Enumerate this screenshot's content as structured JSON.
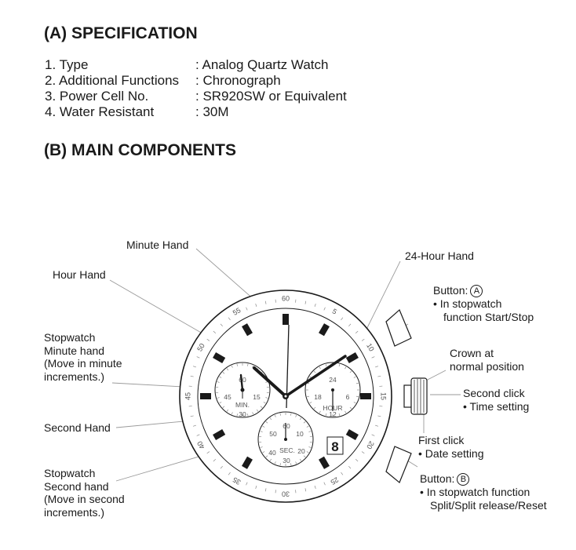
{
  "section_a": {
    "title": "(A) SPECIFICATION",
    "rows": [
      {
        "label": "1. Type",
        "value": ": Analog Quartz Watch"
      },
      {
        "label": "2. Additional Functions",
        "value": ": Chronograph"
      },
      {
        "label": "3. Power Cell No.",
        "value": ": SR920SW or Equivalent"
      },
      {
        "label": "4. Water Resistant",
        "value": ": 30M"
      }
    ]
  },
  "section_b": {
    "title": "(B) MAIN COMPONENTS"
  },
  "labels": {
    "minute_hand": "Minute Hand",
    "hour_hand": "Hour Hand",
    "hour24_hand": "24-Hour Hand",
    "button_a": {
      "title": "Button:",
      "letter": "A",
      "lines": [
        "•  In stopwatch",
        "function Start/Stop"
      ]
    },
    "crown": [
      "Crown at",
      "normal position"
    ],
    "second_click": [
      "Second click",
      "• Time setting"
    ],
    "first_click": [
      "First click",
      "• Date setting"
    ],
    "button_b": {
      "title": "Button:",
      "letter": "B",
      "lines": [
        "•  In stopwatch function",
        "Split/Split release/Reset"
      ]
    },
    "stopwatch_minute": [
      "Stopwatch",
      "Minute hand",
      "(Move in minute",
      "increments.)"
    ],
    "second_hand": "Second Hand",
    "stopwatch_second": [
      "Stopwatch",
      "Second hand",
      "(Move in second",
      "increments.)"
    ]
  },
  "dial": {
    "bezel_numbers": [
      "60",
      "5",
      "10",
      "15",
      "20",
      "25",
      "30",
      "35",
      "40",
      "45",
      "50",
      "55"
    ],
    "min_subdial": {
      "label": "MIN.",
      "numbers": [
        "60",
        "15",
        "30",
        "45"
      ]
    },
    "hour_subdial": {
      "label": "HOUR",
      "numbers": [
        "24",
        "6",
        "12",
        "18"
      ]
    },
    "sec_subdial": {
      "label": "SEC.",
      "numbers": [
        "60",
        "10",
        "20",
        "30",
        "40",
        "50"
      ]
    },
    "date": "8"
  }
}
